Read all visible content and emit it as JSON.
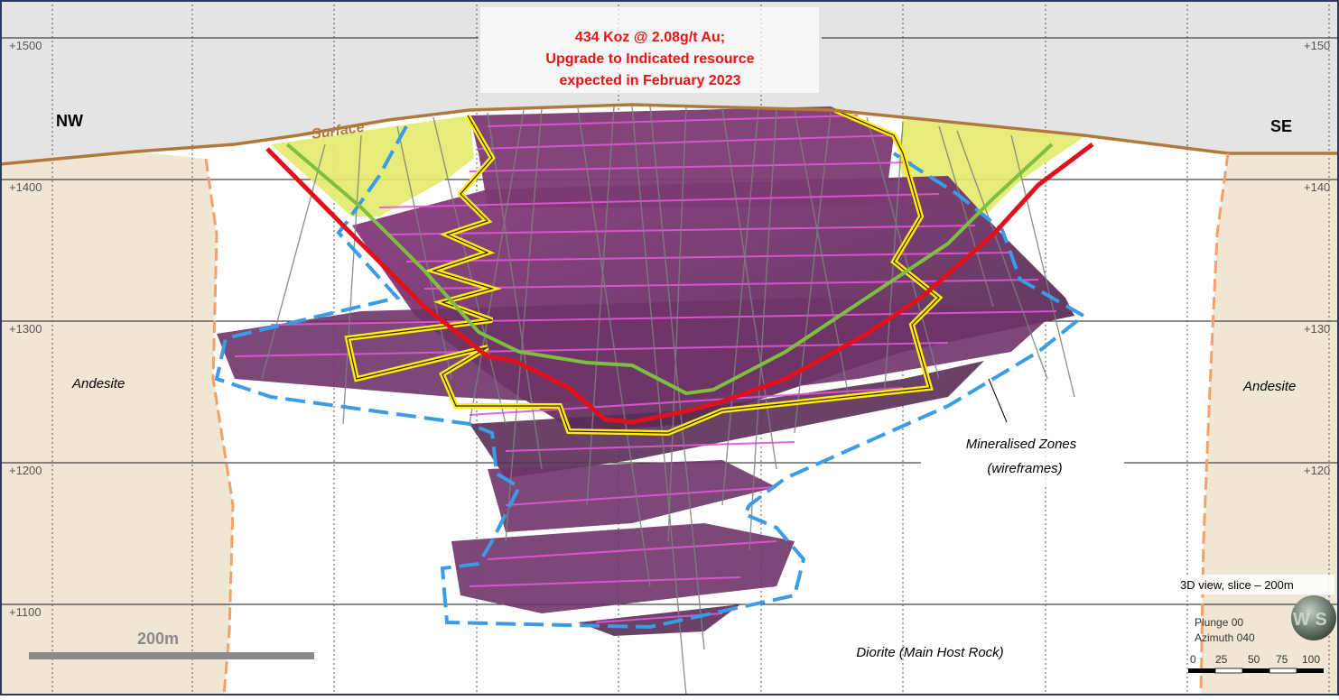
{
  "title": {
    "line1": "434 Koz @ 2.08g/t Au;",
    "line2": "Upgrade to Indicated resource",
    "line3": "expected in February 2023"
  },
  "directions": {
    "left": "NW",
    "right": "SE"
  },
  "elevations": {
    "e1500": "+1500",
    "e1400": "+1400",
    "e1300": "+1300",
    "e1200": "+1200",
    "e1100": "+1100",
    "r1500": "+150",
    "r1400": "+140",
    "r1300": "+130",
    "r1200": "+120"
  },
  "labels": {
    "surface": "Surface",
    "andesite_left": "Andesite",
    "andesite_right": "Andesite",
    "mineralised_line1": "Mineralised Zones",
    "mineralised_line2": "(wireframes)",
    "diorite": "Diorite (Main Host Rock)"
  },
  "scale_bar": {
    "label": "200m"
  },
  "view_info": {
    "slice": "3D view, slice – 200m",
    "plunge": "Plunge 00",
    "azimuth": "Azimuth 040",
    "ticks": [
      "0",
      "25",
      "50",
      "75",
      "100"
    ],
    "compass_letters": "W S"
  },
  "colors": {
    "sky": "#e4e4e4",
    "andesite": "#efe7d4",
    "surface_line": "#b0783a",
    "pit_fill": "#e3ea6a",
    "ore": "#7b3a72",
    "ore_highlight": "#e455d8",
    "red_shell": "#e0101c",
    "green_shell": "#7fbf3f",
    "yellow_outline": "#ffee00",
    "blue_outline": "#3a9be6",
    "orange_contact": "#f3a06a",
    "title_red": "#ee1111"
  }
}
